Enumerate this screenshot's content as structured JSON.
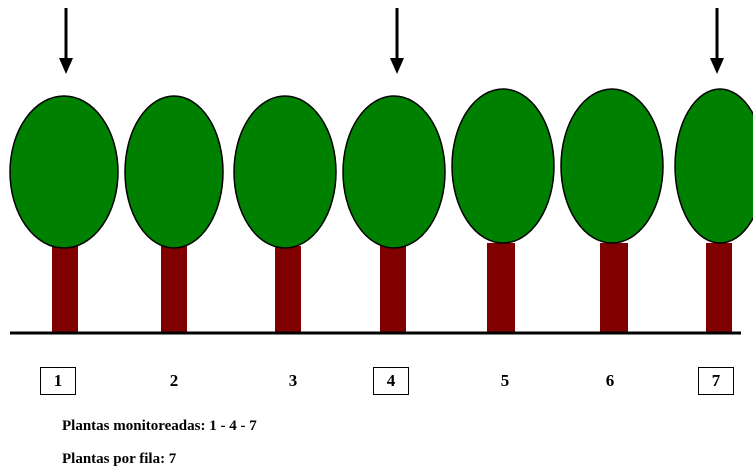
{
  "diagram": {
    "colors": {
      "canopy": "#008000",
      "trunk": "#800000",
      "outline": "#000000",
      "ground": "#000000",
      "arrow": "#000000"
    },
    "trees": [
      {
        "number": "1",
        "monitored": true
      },
      {
        "number": "2",
        "monitored": false
      },
      {
        "number": "3",
        "monitored": false
      },
      {
        "number": "4",
        "monitored": true
      },
      {
        "number": "5",
        "monitored": false
      },
      {
        "number": "6",
        "monitored": false
      },
      {
        "number": "7",
        "monitored": true
      }
    ],
    "caption_monitored": "Plantas monitoreadas: 1 - 4 - 7",
    "caption_per_row": "Plantas por fila: 7"
  }
}
